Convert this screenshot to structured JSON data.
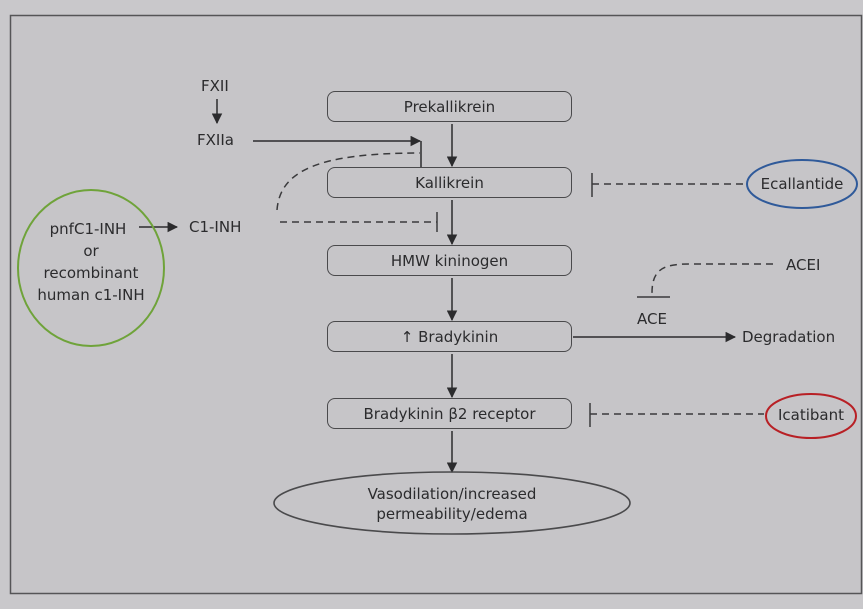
{
  "diagram": {
    "type": "pathway-flowchart",
    "cascade": [
      {
        "id": "prekallikrein",
        "label": "Prekallikrein"
      },
      {
        "id": "kallikrein",
        "label": "Kallikrein"
      },
      {
        "id": "hmw-kininogen",
        "label": "HMW kininogen"
      },
      {
        "id": "bradykinin",
        "label": "↑ Bradykinin"
      },
      {
        "id": "b2-receptor",
        "label": "Bradykinin β2 receptor"
      }
    ],
    "outcome": {
      "line1": "Vasodilation/increased",
      "line2": "permeability/edema"
    },
    "fxii": "FXII",
    "fxiia": "FXIIa",
    "c1inh": "C1-INH",
    "c1_therapy": {
      "line1": "pnfC1-INH",
      "line2": "or",
      "line3": "recombinant",
      "line4": "human c1-INH",
      "color": "#6fa33a"
    },
    "ecallantide": {
      "label": "Ecallantide",
      "color": "#2f5a9a"
    },
    "icatibant": {
      "label": "Icatibant",
      "color": "#b82025"
    },
    "acei": "ACEI",
    "ace": "ACE",
    "degradation": "Degradation"
  }
}
